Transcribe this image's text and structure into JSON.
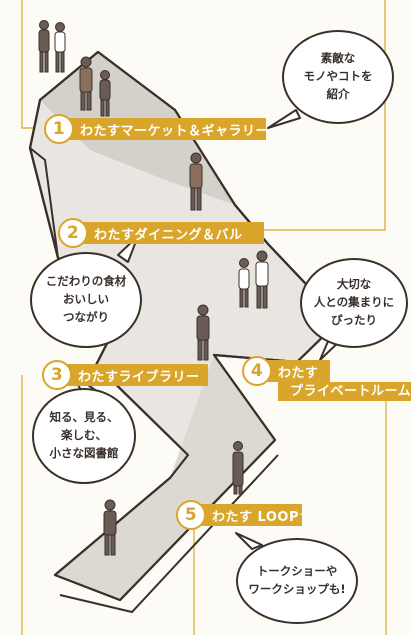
{
  "sections": [
    {
      "number": "1",
      "label": "わたすマーケット＆ギャラリー"
    },
    {
      "number": "2",
      "label": "わたすダイニング＆バル"
    },
    {
      "number": "3",
      "label": "わたすライブラリー"
    },
    {
      "number": "4",
      "label_line1": "わたす",
      "label_line2": "プライベートルーム"
    },
    {
      "number": "5",
      "label": "わたす LOOP⁺"
    }
  ],
  "bubbles": [
    {
      "text": "素敵な\nモノやコトを\n紹介"
    },
    {
      "text": "こだわりの食材\nおいしい\nつながり"
    },
    {
      "text": "大切な\n人との集まりに\nぴったり"
    },
    {
      "text": "知る、見る、\n楽しむ、\n小さな図書館"
    },
    {
      "text": "トークショーや\nワークショップも!"
    }
  ],
  "colors": {
    "accent": "#d9a52a",
    "line": "#3a302b",
    "floor": "#e5e2dd",
    "background": "#fdfbf5"
  }
}
